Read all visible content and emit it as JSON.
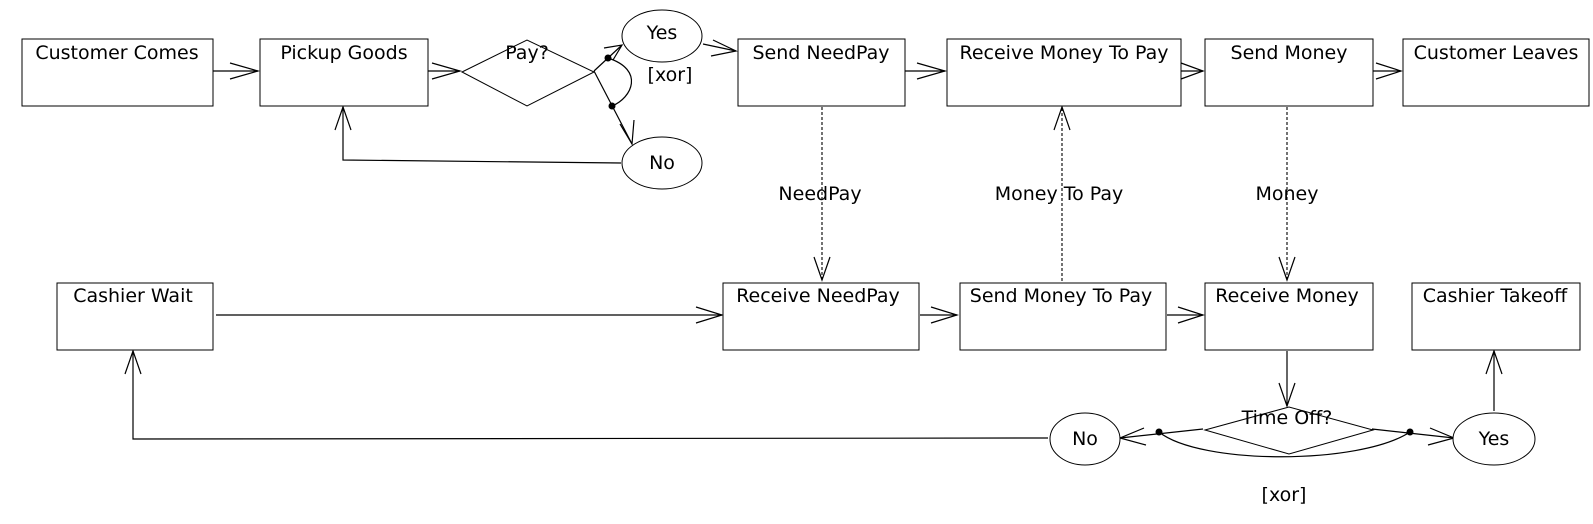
{
  "customer": {
    "customer_comes": "Customer Comes",
    "pickup_goods": "Pickup Goods",
    "pay_decision": "Pay?",
    "pay_yes": "Yes",
    "pay_no": "No",
    "pay_xor": "[xor]",
    "send_needpay": "Send NeedPay",
    "receive_money_to_pay": "Receive Money To Pay",
    "send_money": "Send Money",
    "customer_leaves": "Customer Leaves"
  },
  "messages": {
    "needpay": "NeedPay",
    "money_to_pay": "Money To Pay",
    "money": "Money"
  },
  "cashier": {
    "cashier_wait": "Cashier Wait",
    "receive_needpay": "Receive NeedPay",
    "send_money_to_pay": "Send Money To Pay",
    "receive_money": "Receive Money",
    "cashier_takeoff": "Cashier Takeoff",
    "timeoff_decision": "Time Off?",
    "timeoff_no": "No",
    "timeoff_yes": "Yes",
    "timeoff_xor": "[xor]"
  }
}
